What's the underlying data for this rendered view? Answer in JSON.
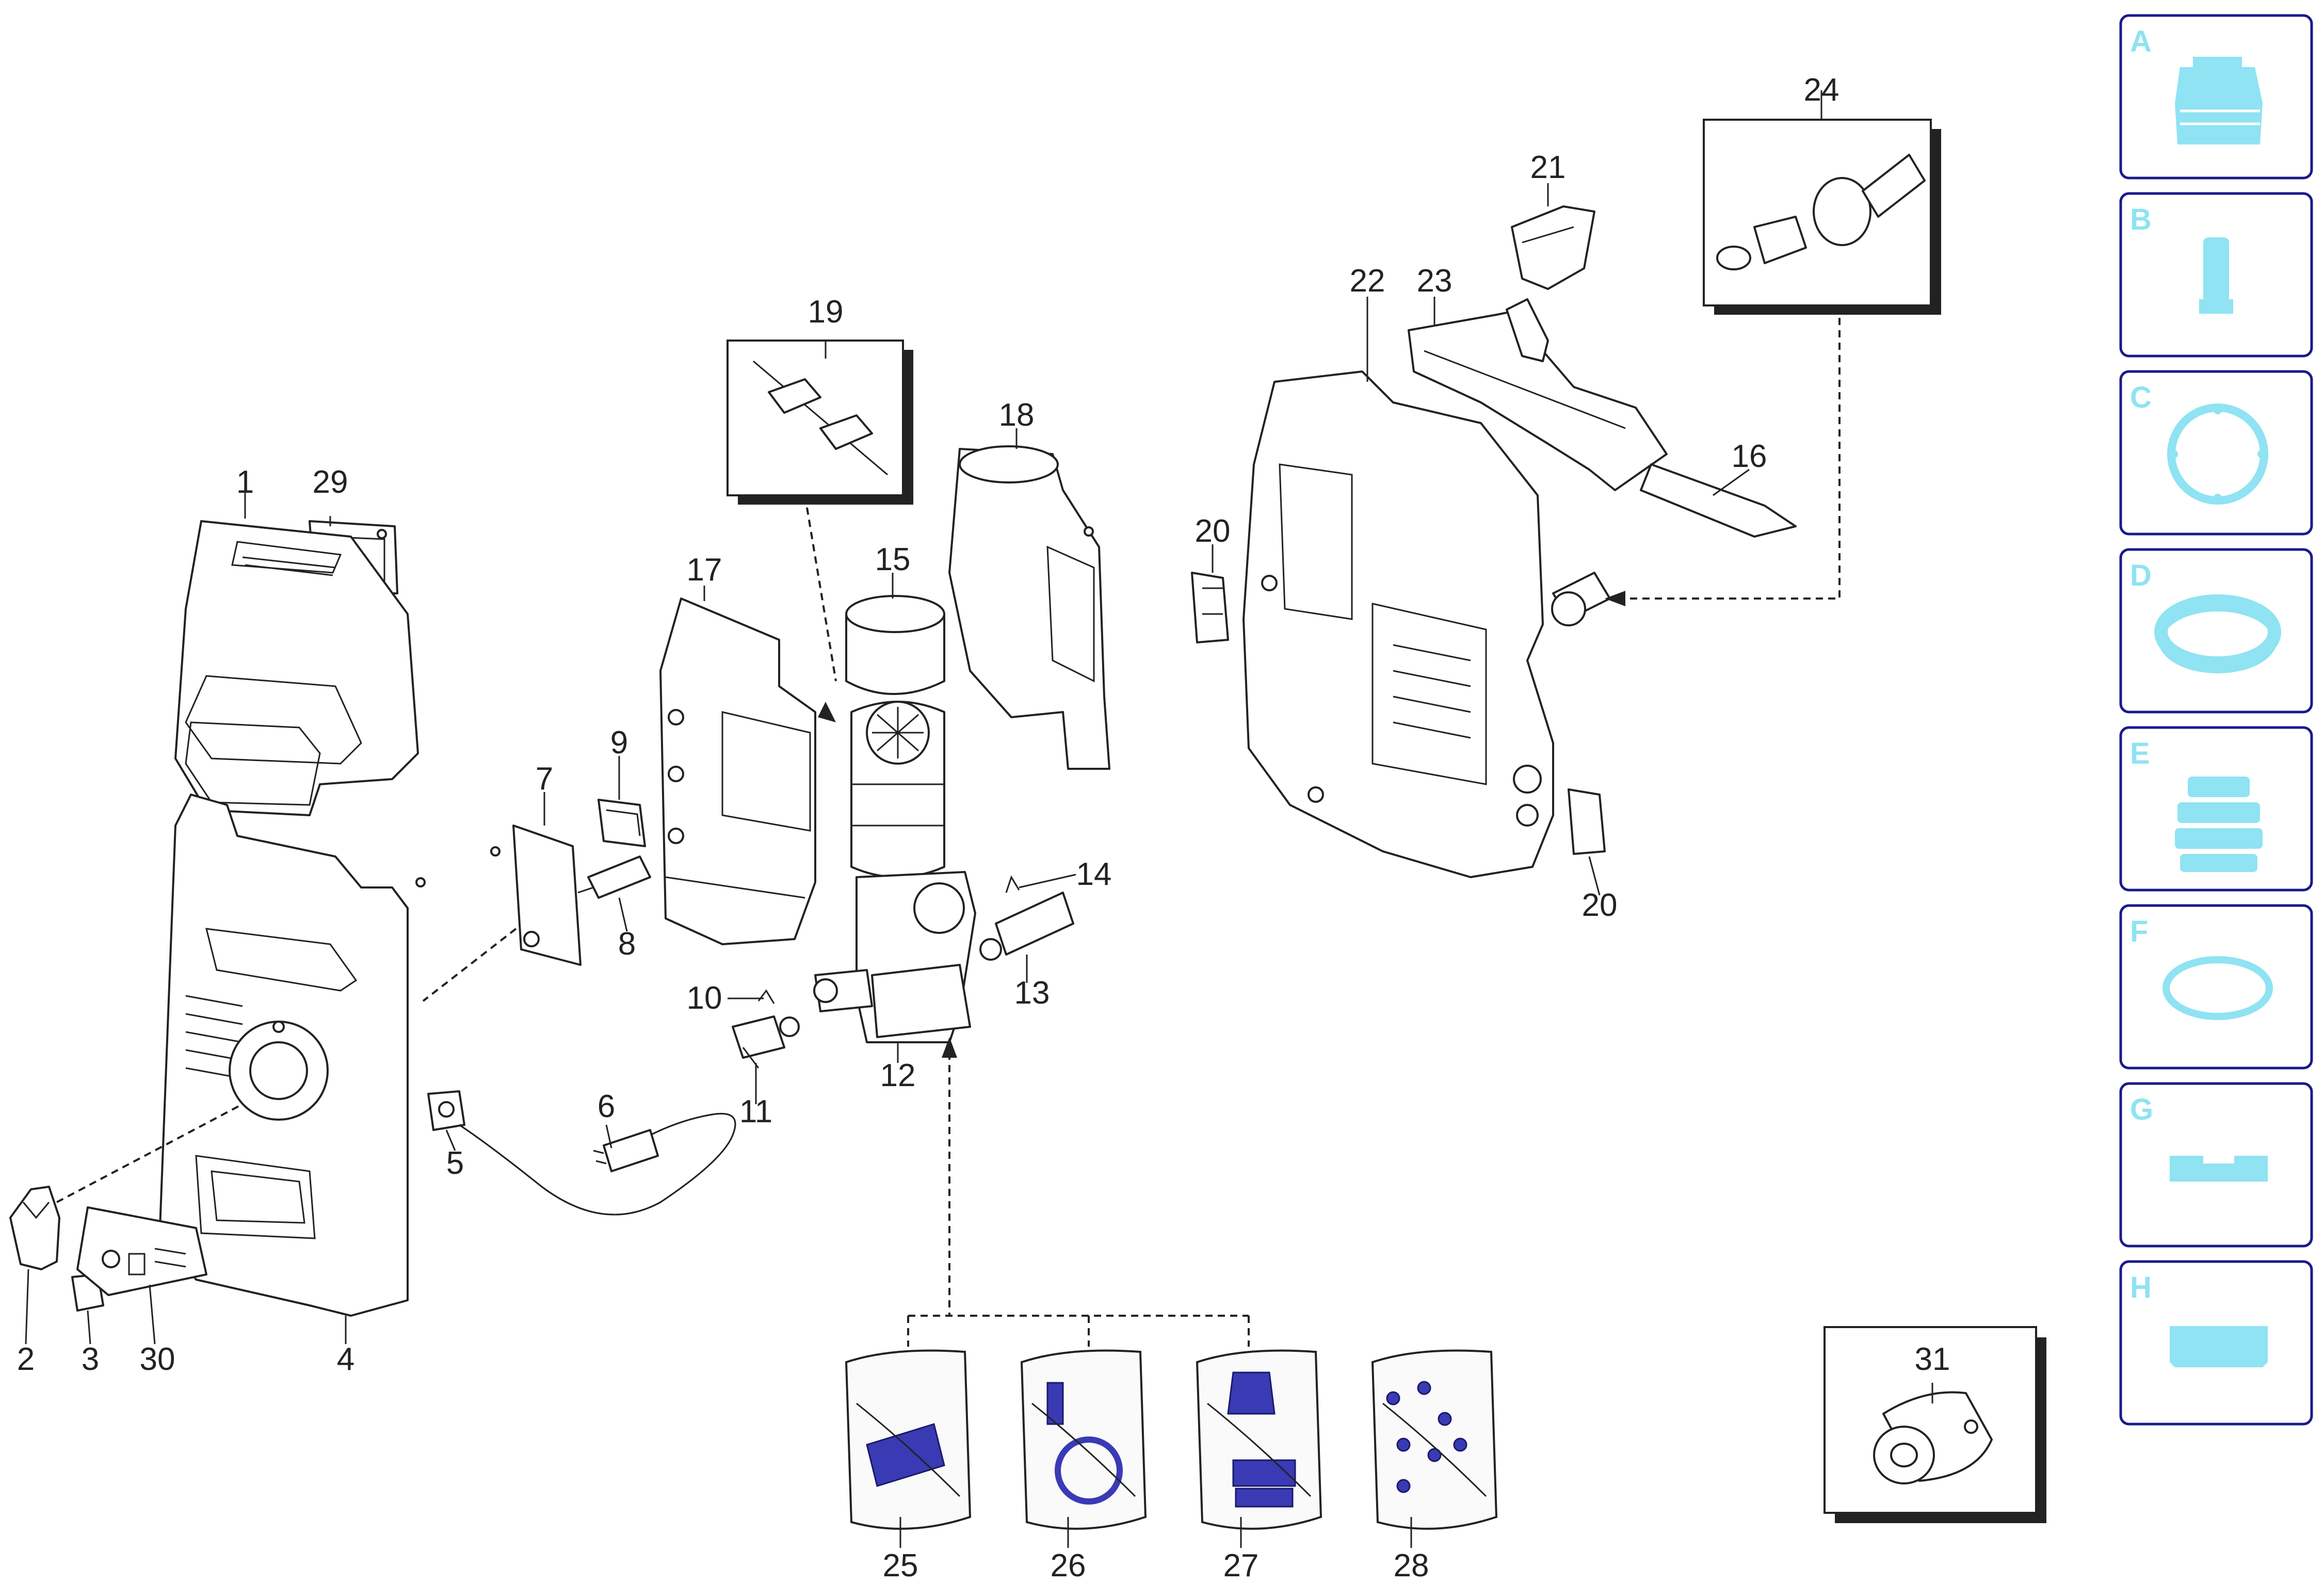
{
  "callouts": {
    "n1": "1",
    "n2": "2",
    "n3": "3",
    "n4": "4",
    "n5": "5",
    "n6": "6",
    "n7": "7",
    "n8": "8",
    "n9": "9",
    "n10": "10",
    "n11": "11",
    "n12": "12",
    "n13": "13",
    "n14": "14",
    "n15": "15",
    "n16": "16",
    "n17": "17",
    "n18": "18",
    "n19": "19",
    "n20a": "20",
    "n20b": "20",
    "n21": "21",
    "n22": "22",
    "n23": "23",
    "n24": "24",
    "n25": "25",
    "n26": "26",
    "n27": "27",
    "n28": "28",
    "n29": "29",
    "n30": "30",
    "n31": "31"
  },
  "side_panel": {
    "items": [
      {
        "letter": "A",
        "icon": "motor-bracket-icon"
      },
      {
        "letter": "B",
        "icon": "piston-icon"
      },
      {
        "letter": "C",
        "icon": "gasket-ring-icon"
      },
      {
        "letter": "D",
        "icon": "seal-ring-icon"
      },
      {
        "letter": "E",
        "icon": "stacked-seals-icon"
      },
      {
        "letter": "F",
        "icon": "o-ring-icon"
      },
      {
        "letter": "G",
        "icon": "valve-plate-icon"
      },
      {
        "letter": "H",
        "icon": "cover-plate-icon"
      }
    ],
    "colors": {
      "border": "#1a1a8c",
      "fill": "#8fe3f2"
    }
  }
}
